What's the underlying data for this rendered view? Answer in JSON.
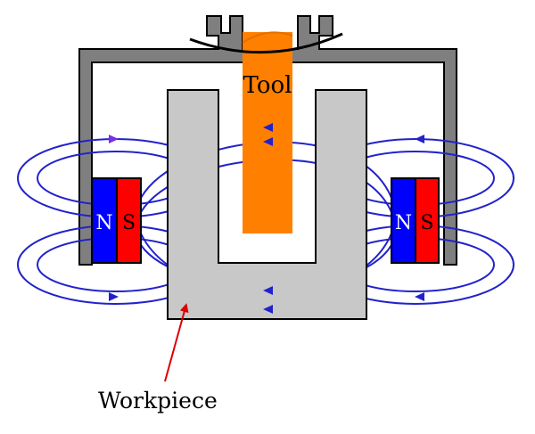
{
  "labels": {
    "tool": "Tool",
    "workpiece": "Workpiece",
    "left_magnet_north": "N",
    "left_magnet_south": "S",
    "right_magnet_north": "N",
    "right_magnet_south": "S"
  },
  "colors": {
    "housing_fill": "#7f7f7f",
    "housing_stroke": "#000000",
    "workpiece_fill": "#c8c8c8",
    "tool_fill": "#ff8000",
    "field_line": "#2222cc",
    "field_arrow_accent": "#7a2ee6",
    "north_pole": "#0000ff",
    "south_pole": "#ff0000",
    "leader_line": "#dd0000",
    "wire": "#000000"
  },
  "icons": {
    "field_arrow": "arrowhead-icon",
    "leader_arrow": "arrowhead-icon"
  }
}
